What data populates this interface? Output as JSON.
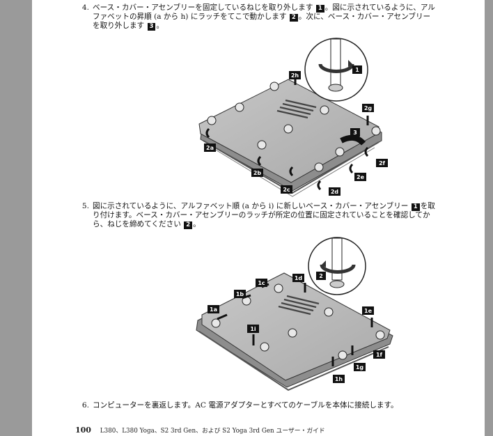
{
  "steps": [
    {
      "number": "4.",
      "segments": [
        {
          "text": "ベース・カバー・アセンブリーを固定しているねじを取り外します "
        },
        {
          "badge": "1"
        },
        {
          "text": "。図に示されているように、アルファベットの昇順 (a から h) にラッチをてこで動かします "
        },
        {
          "badge": "2"
        },
        {
          "text": "。次に、ベース・カバー・アセンブリーを取り外します "
        },
        {
          "badge": "3"
        },
        {
          "text": "。"
        }
      ]
    },
    {
      "number": "5.",
      "segments": [
        {
          "text": "図に示されているように、アルファベット順 (a から i) に新しいベース・カバー・アセンブリー "
        },
        {
          "badge": "1"
        },
        {
          "text": "を取り付けます。ベース・カバー・アセンブリーのラッチが所定の位置に固定されていることを確認してから、ねじを締めてください "
        },
        {
          "badge": "2"
        },
        {
          "text": "。"
        }
      ]
    },
    {
      "number": "6.",
      "segments": [
        {
          "text": "コンピューターを裏返します。AC 電源アダプターとすべてのケーブルを本体に接続します。"
        }
      ]
    }
  ],
  "figure1": {
    "callouts": [
      "1",
      "2h",
      "2g",
      "3",
      "2a",
      "2b",
      "2c",
      "2d",
      "2e",
      "2f"
    ]
  },
  "figure2": {
    "callouts": [
      "2",
      "1d",
      "1c",
      "1b",
      "1a",
      "1e",
      "1i",
      "1f",
      "1g",
      "1h"
    ]
  },
  "footer": {
    "page_number": "100",
    "text": "L380、L380 Yoga、S2 3rd Gen、および S2 Yoga 3rd Gen ユーザー・ガイド"
  }
}
